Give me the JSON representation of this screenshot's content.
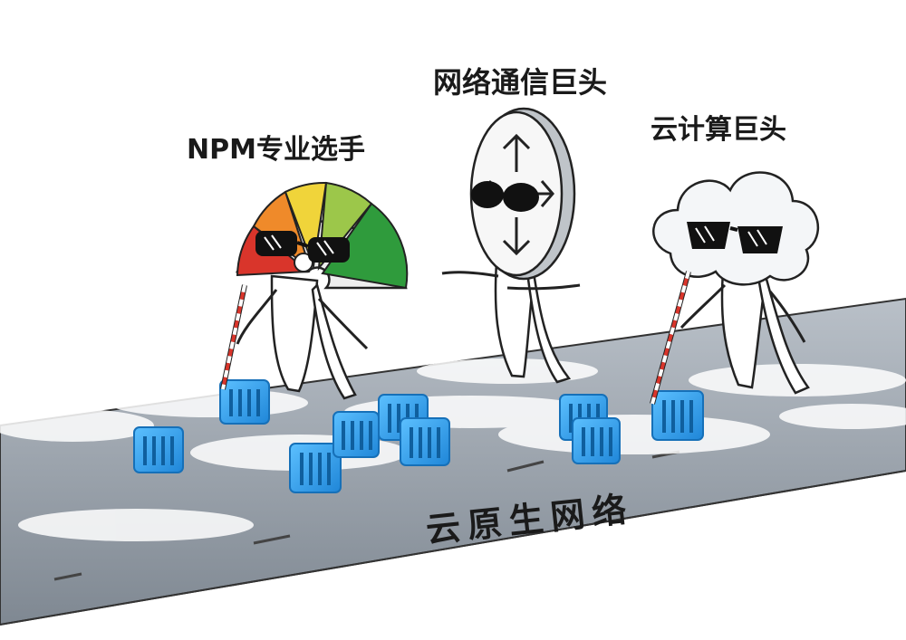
{
  "labels": {
    "npm_expert": "NPM专业选手",
    "network_giant": "网络通信巨头",
    "cloud_giant": "云计算巨头",
    "cloud_native_network": "云原生网络"
  },
  "colors": {
    "container_blue": "#2d9be8",
    "road_gray": "#9aa3ad",
    "gauge_red": "#d9352b",
    "gauge_orange": "#ef8a2a",
    "gauge_yellow": "#f0d43a",
    "gauge_lightgreen": "#9cc74a",
    "gauge_green": "#2f9b3c"
  },
  "icons": {
    "container": "container-icon",
    "glasses": "sunglasses-icon",
    "cane": "white-cane-icon"
  }
}
